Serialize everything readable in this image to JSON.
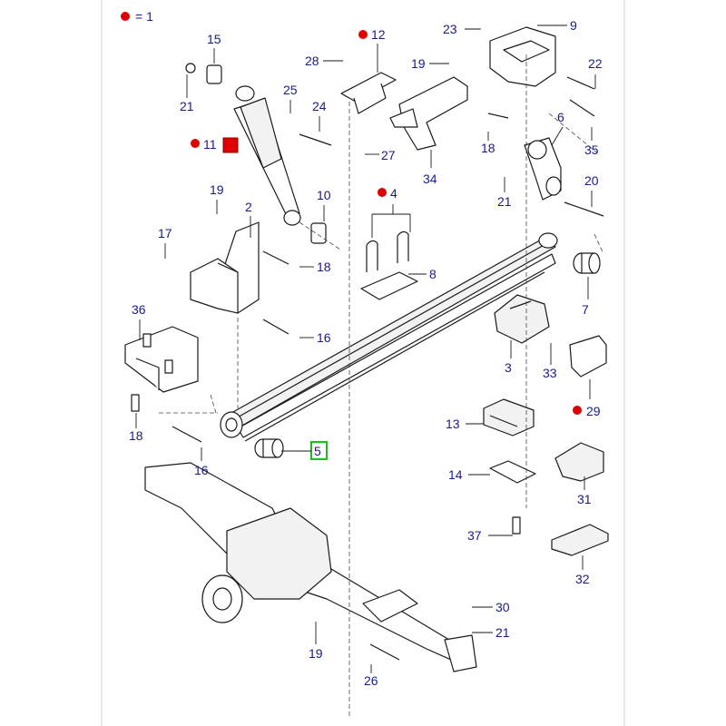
{
  "legend": {
    "marker_color": "#e00000",
    "text": "= 1"
  },
  "highlight_color": "#19c019",
  "callouts": [
    {
      "id": "c15",
      "text": "15"
    },
    {
      "id": "c21a",
      "text": "21"
    },
    {
      "id": "c28",
      "text": "28"
    },
    {
      "id": "c12",
      "text": "12"
    },
    {
      "id": "c23",
      "text": "23"
    },
    {
      "id": "c9",
      "text": "9"
    },
    {
      "id": "c19a",
      "text": "19"
    },
    {
      "id": "c22",
      "text": "22"
    },
    {
      "id": "c25",
      "text": "25"
    },
    {
      "id": "c24",
      "text": "24"
    },
    {
      "id": "c11",
      "text": "11"
    },
    {
      "id": "c27",
      "text": "27"
    },
    {
      "id": "c18a",
      "text": "18"
    },
    {
      "id": "c6",
      "text": "6"
    },
    {
      "id": "c35",
      "text": "35"
    },
    {
      "id": "c34",
      "text": "34"
    },
    {
      "id": "c21b",
      "text": "21"
    },
    {
      "id": "c20",
      "text": "20"
    },
    {
      "id": "c19b",
      "text": "19"
    },
    {
      "id": "c2",
      "text": "2"
    },
    {
      "id": "c10",
      "text": "10"
    },
    {
      "id": "c4",
      "text": "4"
    },
    {
      "id": "c17",
      "text": "17"
    },
    {
      "id": "c18b",
      "text": "18"
    },
    {
      "id": "c8",
      "text": "8"
    },
    {
      "id": "c7",
      "text": "7"
    },
    {
      "id": "c36",
      "text": "36"
    },
    {
      "id": "c16a",
      "text": "16"
    },
    {
      "id": "c3",
      "text": "3"
    },
    {
      "id": "c33",
      "text": "33"
    },
    {
      "id": "c29",
      "text": "29"
    },
    {
      "id": "c18c",
      "text": "18"
    },
    {
      "id": "c13",
      "text": "13"
    },
    {
      "id": "c5",
      "text": "5"
    },
    {
      "id": "c16b",
      "text": "16"
    },
    {
      "id": "c14",
      "text": "14"
    },
    {
      "id": "c31",
      "text": "31"
    },
    {
      "id": "c37",
      "text": "37"
    },
    {
      "id": "c32",
      "text": "32"
    },
    {
      "id": "c30",
      "text": "30"
    },
    {
      "id": "c21c",
      "text": "21"
    },
    {
      "id": "c19c",
      "text": "19"
    },
    {
      "id": "c26",
      "text": "26"
    }
  ]
}
